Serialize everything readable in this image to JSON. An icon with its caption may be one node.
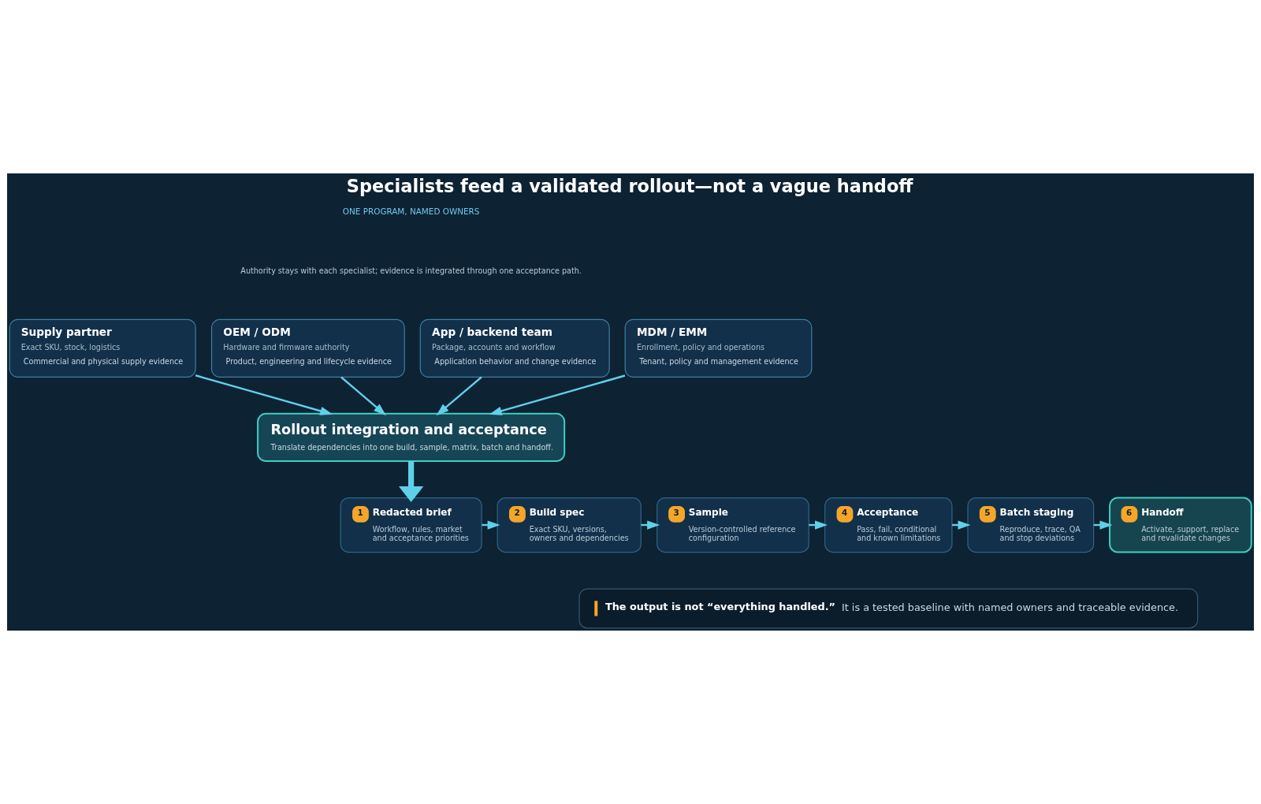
{
  "diagram": {
    "title": "Specialists feed a validated rollout—not a vague handoff",
    "nodes": [
      {
        "text": [
          "Supply partner",
          "Exact SKU, stock, logistics",
          "Commercial and physical supply evidence"
        ]
      },
      {
        "text": [
          "OEM / ODM",
          "Hardware and firmware authority",
          "Product, engineering and lifecycle evidence"
        ]
      },
      {
        "text": [
          "App / backend team",
          "Package, accounts and workflow",
          "Application behavior and change evidence"
        ]
      },
      {
        "text": [
          "MDM / EMM",
          "Enrollment, policy and operations",
          "Tenant, policy and management evidence"
        ]
      },
      {
        "text": [
          "Rollout integration and acceptance",
          "Translate dependencies into one build, sample, matrix, batch and handoff."
        ]
      },
      {
        "text": [
          "1",
          "Redacted brief",
          "Workflow, rules, market and acceptance priorities"
        ]
      },
      {
        "text": [
          "2",
          "Build spec",
          "Exact SKU, versions, owners and dependencies"
        ]
      },
      {
        "text": [
          "3",
          "Sample",
          "Version-controlled reference configuration"
        ]
      },
      {
        "text": [
          "4",
          "Acceptance",
          "Pass, fail, conditional and known limitations"
        ]
      },
      {
        "text": [
          "5",
          "Batch staging",
          "Reproduce, trace, QA and stop deviations"
        ]
      },
      {
        "text": [
          "6",
          "Handoff",
          "Activate, support, replace and revalidate changes"
        ]
      },
      {
        "text": [
          "The output is not “everything handled.”",
          "It is a tested baseline with named owners and traceable evidence."
        ]
      }
    ],
    "edges": [
      {
        "from": 0,
        "to": 4,
        "arrow": "to"
      },
      {
        "from": 1,
        "to": 4,
        "arrow": "to"
      },
      {
        "from": 2,
        "to": 4,
        "arrow": "to"
      },
      {
        "from": 3,
        "to": 4,
        "arrow": "to"
      },
      {
        "from": 4,
        "to": 5,
        "arrow": "to",
        "style": "thick"
      },
      {
        "from": 5,
        "to": 6,
        "arrow": "to"
      },
      {
        "from": 6,
        "to": 7,
        "arrow": "to"
      },
      {
        "from": 7,
        "to": 8,
        "arrow": "to"
      },
      {
        "from": 8,
        "to": 9,
        "arrow": "to"
      },
      {
        "from": 9,
        "to": 10,
        "arrow": "to"
      }
    ],
    "labels": [
      "ONE PROGRAM, NAMED OWNERS",
      "Authority stays with each specialist; evidence is integrated through one acceptance path."
    ]
  }
}
